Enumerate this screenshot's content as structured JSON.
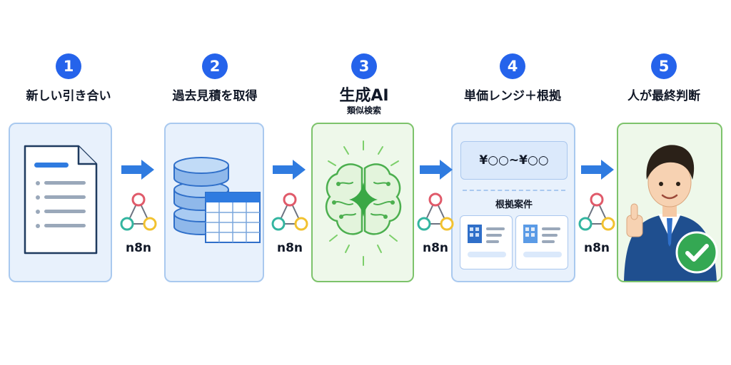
{
  "steps": [
    {
      "number": "1",
      "label": "新しい引き合い"
    },
    {
      "number": "2",
      "label": "過去見積を取得"
    },
    {
      "number": "3",
      "label": "生成AI",
      "sublabel": "類似検索"
    },
    {
      "number": "4",
      "label": "単価レンジ＋根拠",
      "price_range": "¥○○~¥○○",
      "reference_label": "根拠案件"
    },
    {
      "number": "5",
      "label": "人が最終判断"
    }
  ],
  "connector_label": "n8n",
  "icons": {
    "step1": "document-icon",
    "step2": "database-icon",
    "step3": "brain-icon",
    "step4": "building-icon",
    "step5": "businessman-icon",
    "approval": "check-icon",
    "arrow": "arrow-right-icon",
    "workflow": "n8n-node-icon"
  },
  "colors": {
    "accent": "#2563eb",
    "card_blue_bg": "#e8f1fc",
    "card_blue_border": "#a9c9ef",
    "card_green_bg": "#eef8ea",
    "card_green_border": "#7dc36b",
    "check_green": "#34a853",
    "node_red": "#e05a6a",
    "node_teal": "#33b5a0",
    "node_yellow": "#f2c230"
  }
}
